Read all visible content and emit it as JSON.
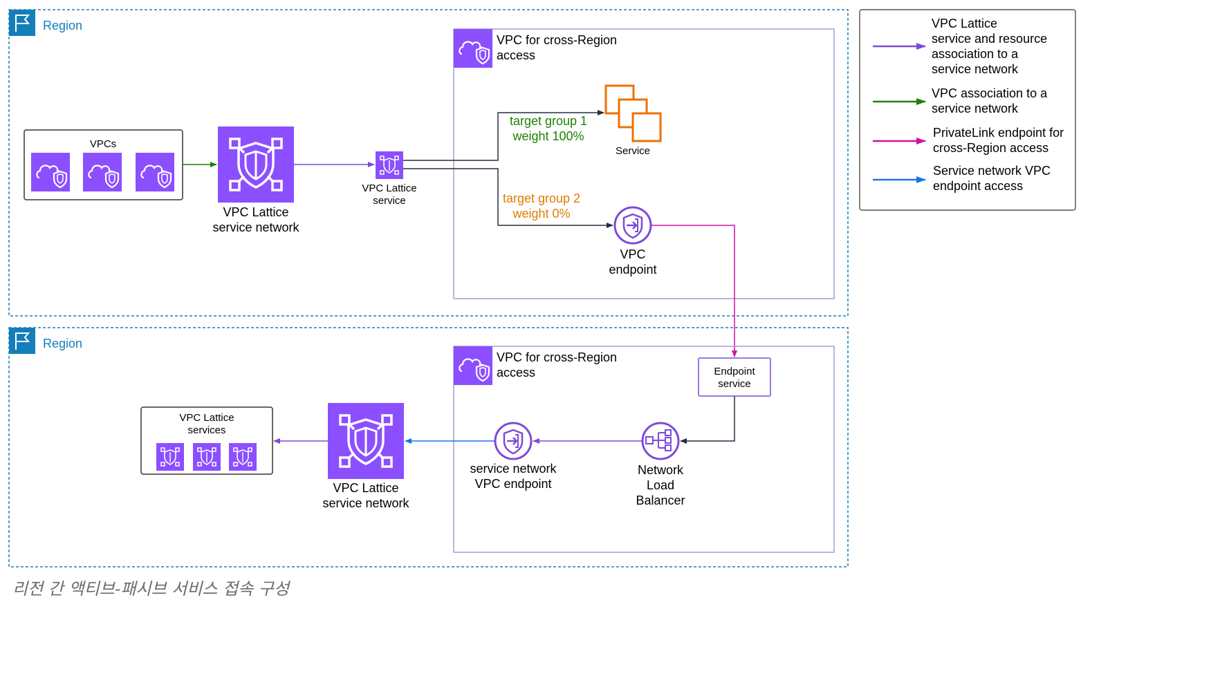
{
  "colors": {
    "region_border": "#147eba",
    "region_label": "#147eba",
    "vpc_purple": "#8c4fff",
    "service_orange": "#ed7100",
    "association_purple": "#7d4ad6",
    "vpc_association_green": "#1d8102",
    "privatelink_magenta": "#d10fa5",
    "service_network_blue": "#1a73e8",
    "tg1_green": "#1d8102",
    "tg2_orange": "#e07b00"
  },
  "top_region": {
    "label": "Region",
    "icon": "flag-icon",
    "vpcs_box": {
      "label": "VPCs",
      "icons": [
        "vpc-cloud-shield-icon",
        "vpc-cloud-shield-icon",
        "vpc-cloud-shield-icon"
      ]
    },
    "service_network": {
      "label_line1": "VPC Lattice",
      "label_line2": "service network",
      "icon": "lattice-service-network-icon"
    },
    "lattice_service": {
      "label_line1": "VPC Lattice",
      "label_line2": "service",
      "icon": "lattice-service-icon"
    },
    "vpc_cross_region": {
      "title_line1": "VPC for cross-Region",
      "title_line2": "access",
      "icon": "vpc-cloud-shield-icon",
      "target_group_1": {
        "line1": "target group 1",
        "line2": "weight 100%"
      },
      "target_group_2": {
        "line1": "target group 2",
        "line2": "weight 0%"
      },
      "service": {
        "label": "Service",
        "icon": "ec2-instances-icon"
      },
      "vpc_endpoint": {
        "label_line1": "VPC",
        "label_line2": "endpoint",
        "icon": "vpc-endpoint-icon"
      }
    }
  },
  "bottom_region": {
    "label": "Region",
    "icon": "flag-icon",
    "lattice_services_box": {
      "label_line1": "VPC Lattice",
      "label_line2": "services",
      "icons": [
        "lattice-service-icon",
        "lattice-service-icon",
        "lattice-service-icon"
      ]
    },
    "service_network": {
      "label_line1": "VPC Lattice",
      "label_line2": "service network",
      "icon": "lattice-service-network-icon"
    },
    "vpc_cross_region": {
      "title_line1": "VPC for cross-Region",
      "title_line2": "access",
      "icon": "vpc-cloud-shield-icon",
      "endpoint_service": {
        "line1": "Endpoint",
        "line2": "service"
      },
      "sn_vpc_endpoint": {
        "label_line1": "service network",
        "label_line2": "VPC endpoint",
        "icon": "vpc-endpoint-icon"
      },
      "nlb": {
        "label_line1": "Network",
        "label_line2": "Load",
        "label_line3": "Balancer",
        "icon": "network-load-balancer-icon"
      }
    }
  },
  "legend": [
    {
      "lines": [
        "VPC Lattice",
        "service and resource",
        "association to a",
        "service network"
      ],
      "color": "#7d4ad6"
    },
    {
      "lines": [
        "VPC association to a",
        "service network"
      ],
      "color": "#1d8102"
    },
    {
      "lines": [
        "PrivateLink endpoint for",
        "cross-Region access"
      ],
      "color": "#d10fa5"
    },
    {
      "lines": [
        "Service network VPC",
        "endpoint access"
      ],
      "color": "#1a73e8"
    }
  ],
  "caption": "리전 간 액티브-패시브 서비스 접속 구성"
}
